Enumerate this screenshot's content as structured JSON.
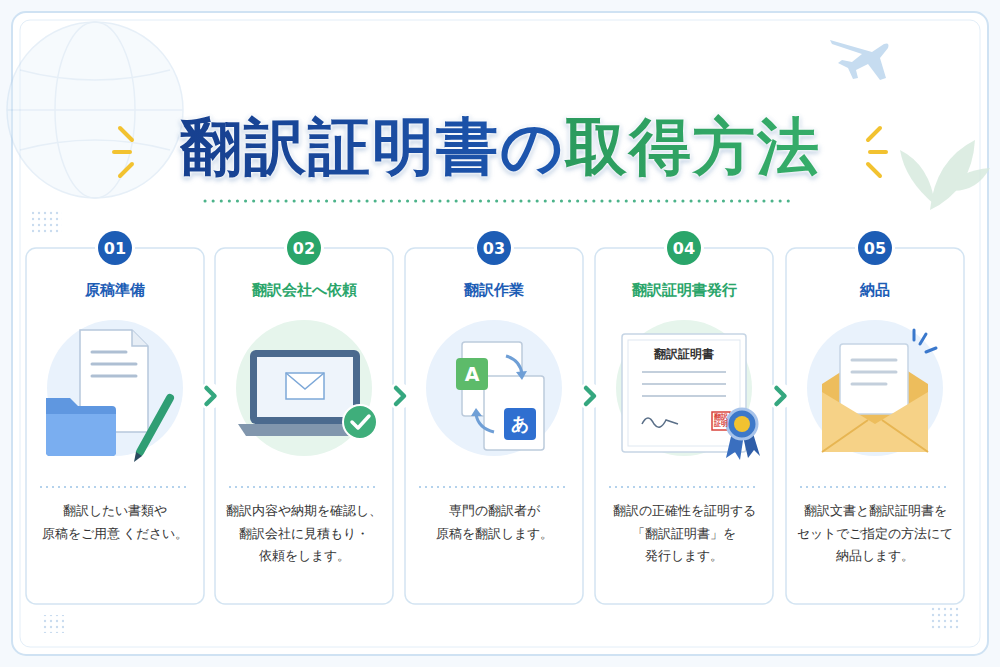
{
  "diagram": {
    "title": "翻訳証明書の取得方法",
    "nodes": [
      {
        "text": [
          "原稿準備",
          "翻訳したい書類や 原稿をご用意 ください。"
        ]
      },
      {
        "text": [
          "01"
        ],
        "in": 0
      },
      {
        "text": [
          "翻訳会社へ依頼",
          "翻訳内容や納期を確認し、 翻訳会社に見積もり・ 依頼をします。"
        ]
      },
      {
        "text": [
          "02"
        ],
        "in": 2
      },
      {
        "text": [
          "翻訳作業",
          "専門の翻訳者が 原稿を翻訳します。"
        ]
      },
      {
        "text": [
          "03"
        ],
        "in": 4
      },
      {
        "text": [
          "翻訳証明書発行",
          "翻訳の正確性を証明する 「翻訳証明書」を 発行します。"
        ]
      },
      {
        "text": [
          "04"
        ],
        "in": 6
      },
      {
        "text": [
          "納品",
          "翻訳文書と翻訳証明書を セットでご指定の方法にて 納品します。"
        ]
      },
      {
        "text": [
          "05"
        ],
        "in": 8
      }
    ],
    "edges": [
      {
        "from": 0,
        "to": 2,
        "arrow": "to"
      },
      {
        "from": 2,
        "to": 4,
        "arrow": "to"
      },
      {
        "from": 4,
        "to": 6,
        "arrow": "to"
      },
      {
        "from": 6,
        "to": 8,
        "arrow": "to"
      }
    ],
    "labels": [
      "A",
      "あ",
      "翻訳証明書",
      "翻訳証明"
    ]
  }
}
